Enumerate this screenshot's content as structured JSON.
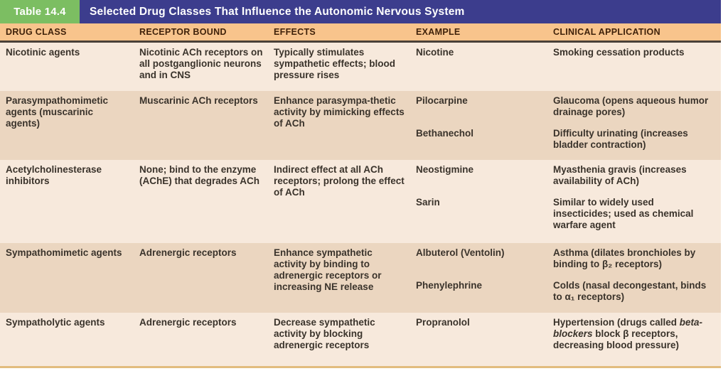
{
  "table": {
    "label": "Table 14.4",
    "title": "Selected Drug Classes That Influence the Autonomic Nervous System",
    "columns": [
      "DRUG CLASS",
      "RECEPTOR BOUND",
      "EFFECTS",
      "EXAMPLE",
      "CLINICAL APPLICATION"
    ],
    "rows": [
      {
        "drug_class": "Nicotinic agents",
        "receptor_bound": "Nicotinic ACh receptors on all postganglionic neurons and in CNS",
        "effects": "Typically stimulates sympathetic effects; blood pressure rises",
        "entries": [
          {
            "example": "Nicotine",
            "clinical_application": "Smoking cessation products"
          }
        ]
      },
      {
        "drug_class": "Parasympathomimetic agents (muscarinic agents)",
        "receptor_bound": "Muscarinic ACh receptors",
        "effects": "Enhance parasympa-thetic activity by mimicking effects of ACh",
        "entries": [
          {
            "example": "Pilocarpine",
            "clinical_application": "Glaucoma (opens aqueous humor drainage pores)"
          },
          {
            "example": "Bethanechol",
            "clinical_application": "Difficulty urinating (increases bladder contraction)"
          }
        ]
      },
      {
        "drug_class": "Acetylcholinesterase inhibitors",
        "receptor_bound": "None; bind to the enzyme (AChE) that degrades ACh",
        "effects": "Indirect effect at all ACh receptors; prolong the effect of ACh",
        "entries": [
          {
            "example": "Neostigmine",
            "clinical_application": "Myasthenia gravis (increases availability of ACh)"
          },
          {
            "example": "Sarin",
            "clinical_application": "Similar to widely used insecticides; used as chemical warfare agent"
          }
        ]
      },
      {
        "drug_class": "Sympathomimetic agents",
        "receptor_bound": "Adrenergic receptors",
        "effects": "Enhance sympathetic activity by binding to adrenergic receptors or increasing NE release",
        "entries": [
          {
            "example": "Albuterol (Ventolin)",
            "clinical_application": "Asthma (dilates bronchioles by binding to β₂ receptors)"
          },
          {
            "example": "Phenylephrine",
            "clinical_application": "Colds (nasal decongestant, binds to α₁ receptors)"
          }
        ]
      },
      {
        "drug_class": "Sympatholytic agents",
        "receptor_bound": "Adrenergic receptors",
        "effects": "Decrease sympathetic activity by blocking adrenergic receptors",
        "entries": [
          {
            "example": "Propranolol",
            "clinical_application": [
              {
                "t": "Hypertension (drugs called "
              },
              {
                "t": "beta-blockers",
                "italic": true
              },
              {
                "t": " block β receptors, decreasing blood pressure)"
              }
            ]
          }
        ]
      }
    ]
  },
  "colors": {
    "table_label_bg": "#7cbe62",
    "title_bar_bg": "#3c3d8d",
    "column_header_bg": "#f8c48c",
    "header_rule": "#4a4038",
    "row_light": "#f7e9dc",
    "row_dark": "#ebd6c0",
    "bottom_rule": "#e2bc7e",
    "body_text": "#3a332b",
    "header_text": "#40220a"
  }
}
